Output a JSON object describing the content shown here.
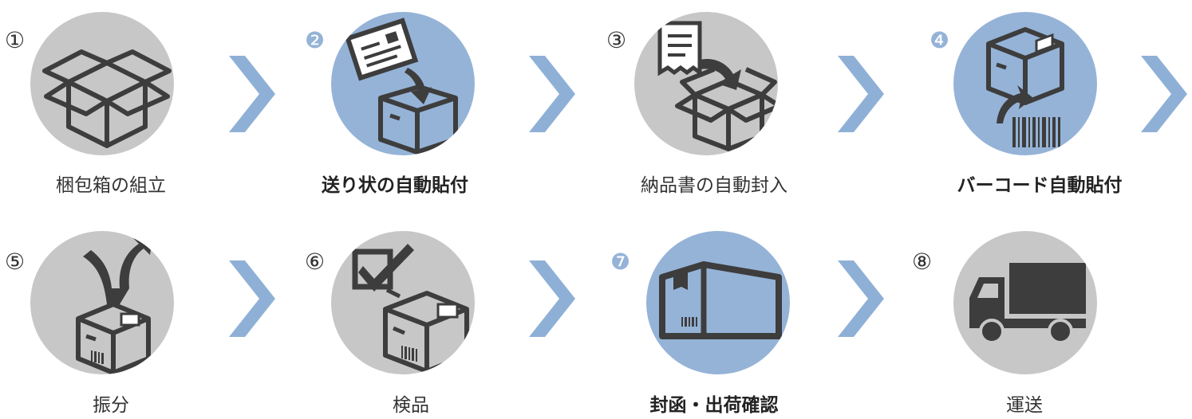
{
  "colors": {
    "gray_circle": "#c7c7c7",
    "blue_circle": "#95b3d7",
    "icon": "#3d3d3d",
    "chevron": "#8fb0d6",
    "label_text": "#333333"
  },
  "steps": [
    {
      "number": "①",
      "label": "梱包箱の組立",
      "highlight": false,
      "icon": "open-box-icon"
    },
    {
      "number": "❷",
      "label": "送り状の自動貼付",
      "highlight": true,
      "icon": "label-to-box-icon"
    },
    {
      "number": "③",
      "label": "納品書の自動封入",
      "highlight": false,
      "icon": "document-into-box-icon"
    },
    {
      "number": "❹",
      "label": "バーコード自動貼付",
      "highlight": true,
      "icon": "barcode-to-box-icon"
    },
    {
      "number": "⑤",
      "label": "振分",
      "highlight": false,
      "icon": "sort-arrow-box-icon"
    },
    {
      "number": "⑥",
      "label": "検品",
      "highlight": false,
      "icon": "checkbox-box-icon"
    },
    {
      "number": "❼",
      "label": "封函・出荷確認",
      "highlight": true,
      "icon": "sealed-box-icon"
    },
    {
      "number": "⑧",
      "label": "運送",
      "highlight": false,
      "icon": "truck-icon"
    }
  ]
}
